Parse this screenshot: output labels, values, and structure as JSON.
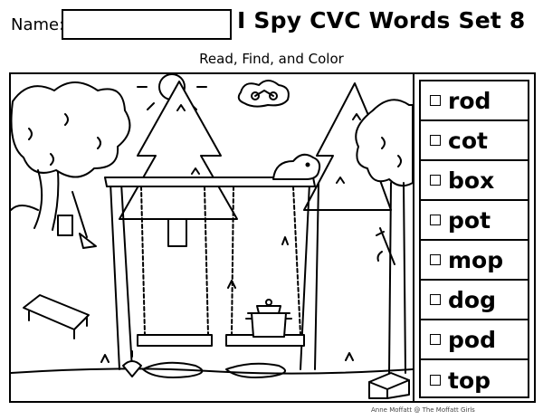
{
  "header": {
    "name_label": "Name:",
    "title": "I Spy CVC Words Set 8",
    "subtitle": "Read, Find, and Color"
  },
  "word_list": {
    "items": [
      {
        "word": "rod",
        "checked": false
      },
      {
        "word": "cot",
        "checked": false
      },
      {
        "word": "box",
        "checked": false
      },
      {
        "word": "pot",
        "checked": false
      },
      {
        "word": "mop",
        "checked": false
      },
      {
        "word": "dog",
        "checked": false
      },
      {
        "word": "pod",
        "checked": false
      },
      {
        "word": "top",
        "checked": false
      }
    ]
  },
  "footer": {
    "credit": "Anne Moffatt @ The Moffatt Girls"
  }
}
